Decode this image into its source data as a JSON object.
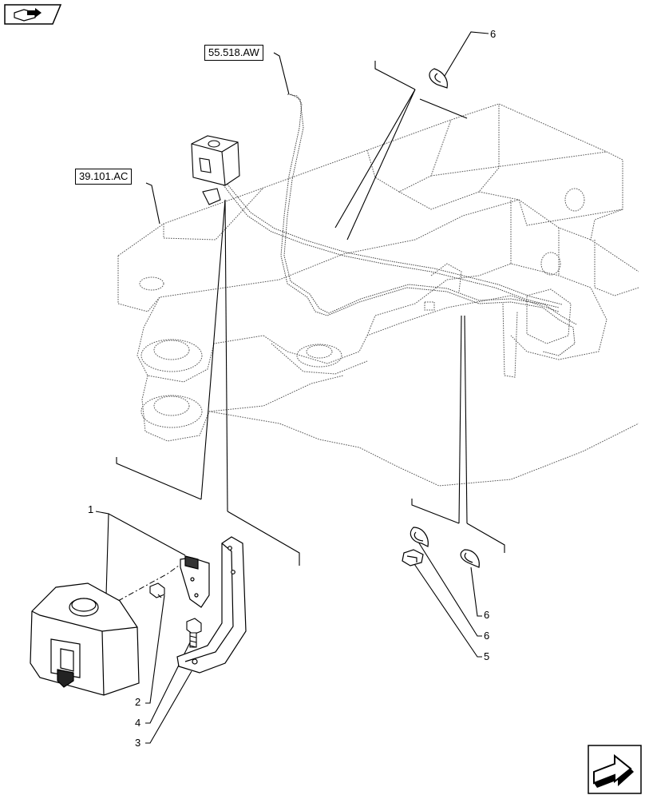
{
  "references": {
    "top": "55.518.AW",
    "left": "39.101.AC"
  },
  "callouts": {
    "c1": "1",
    "c2": "2",
    "c3": "3",
    "c4": "4",
    "c5": "5",
    "c6_top": "6",
    "c6_a": "6",
    "c6_b": "6"
  },
  "icons": {
    "top_left": "book-arrow-icon",
    "bottom_right": "next-page-arrow-icon"
  }
}
